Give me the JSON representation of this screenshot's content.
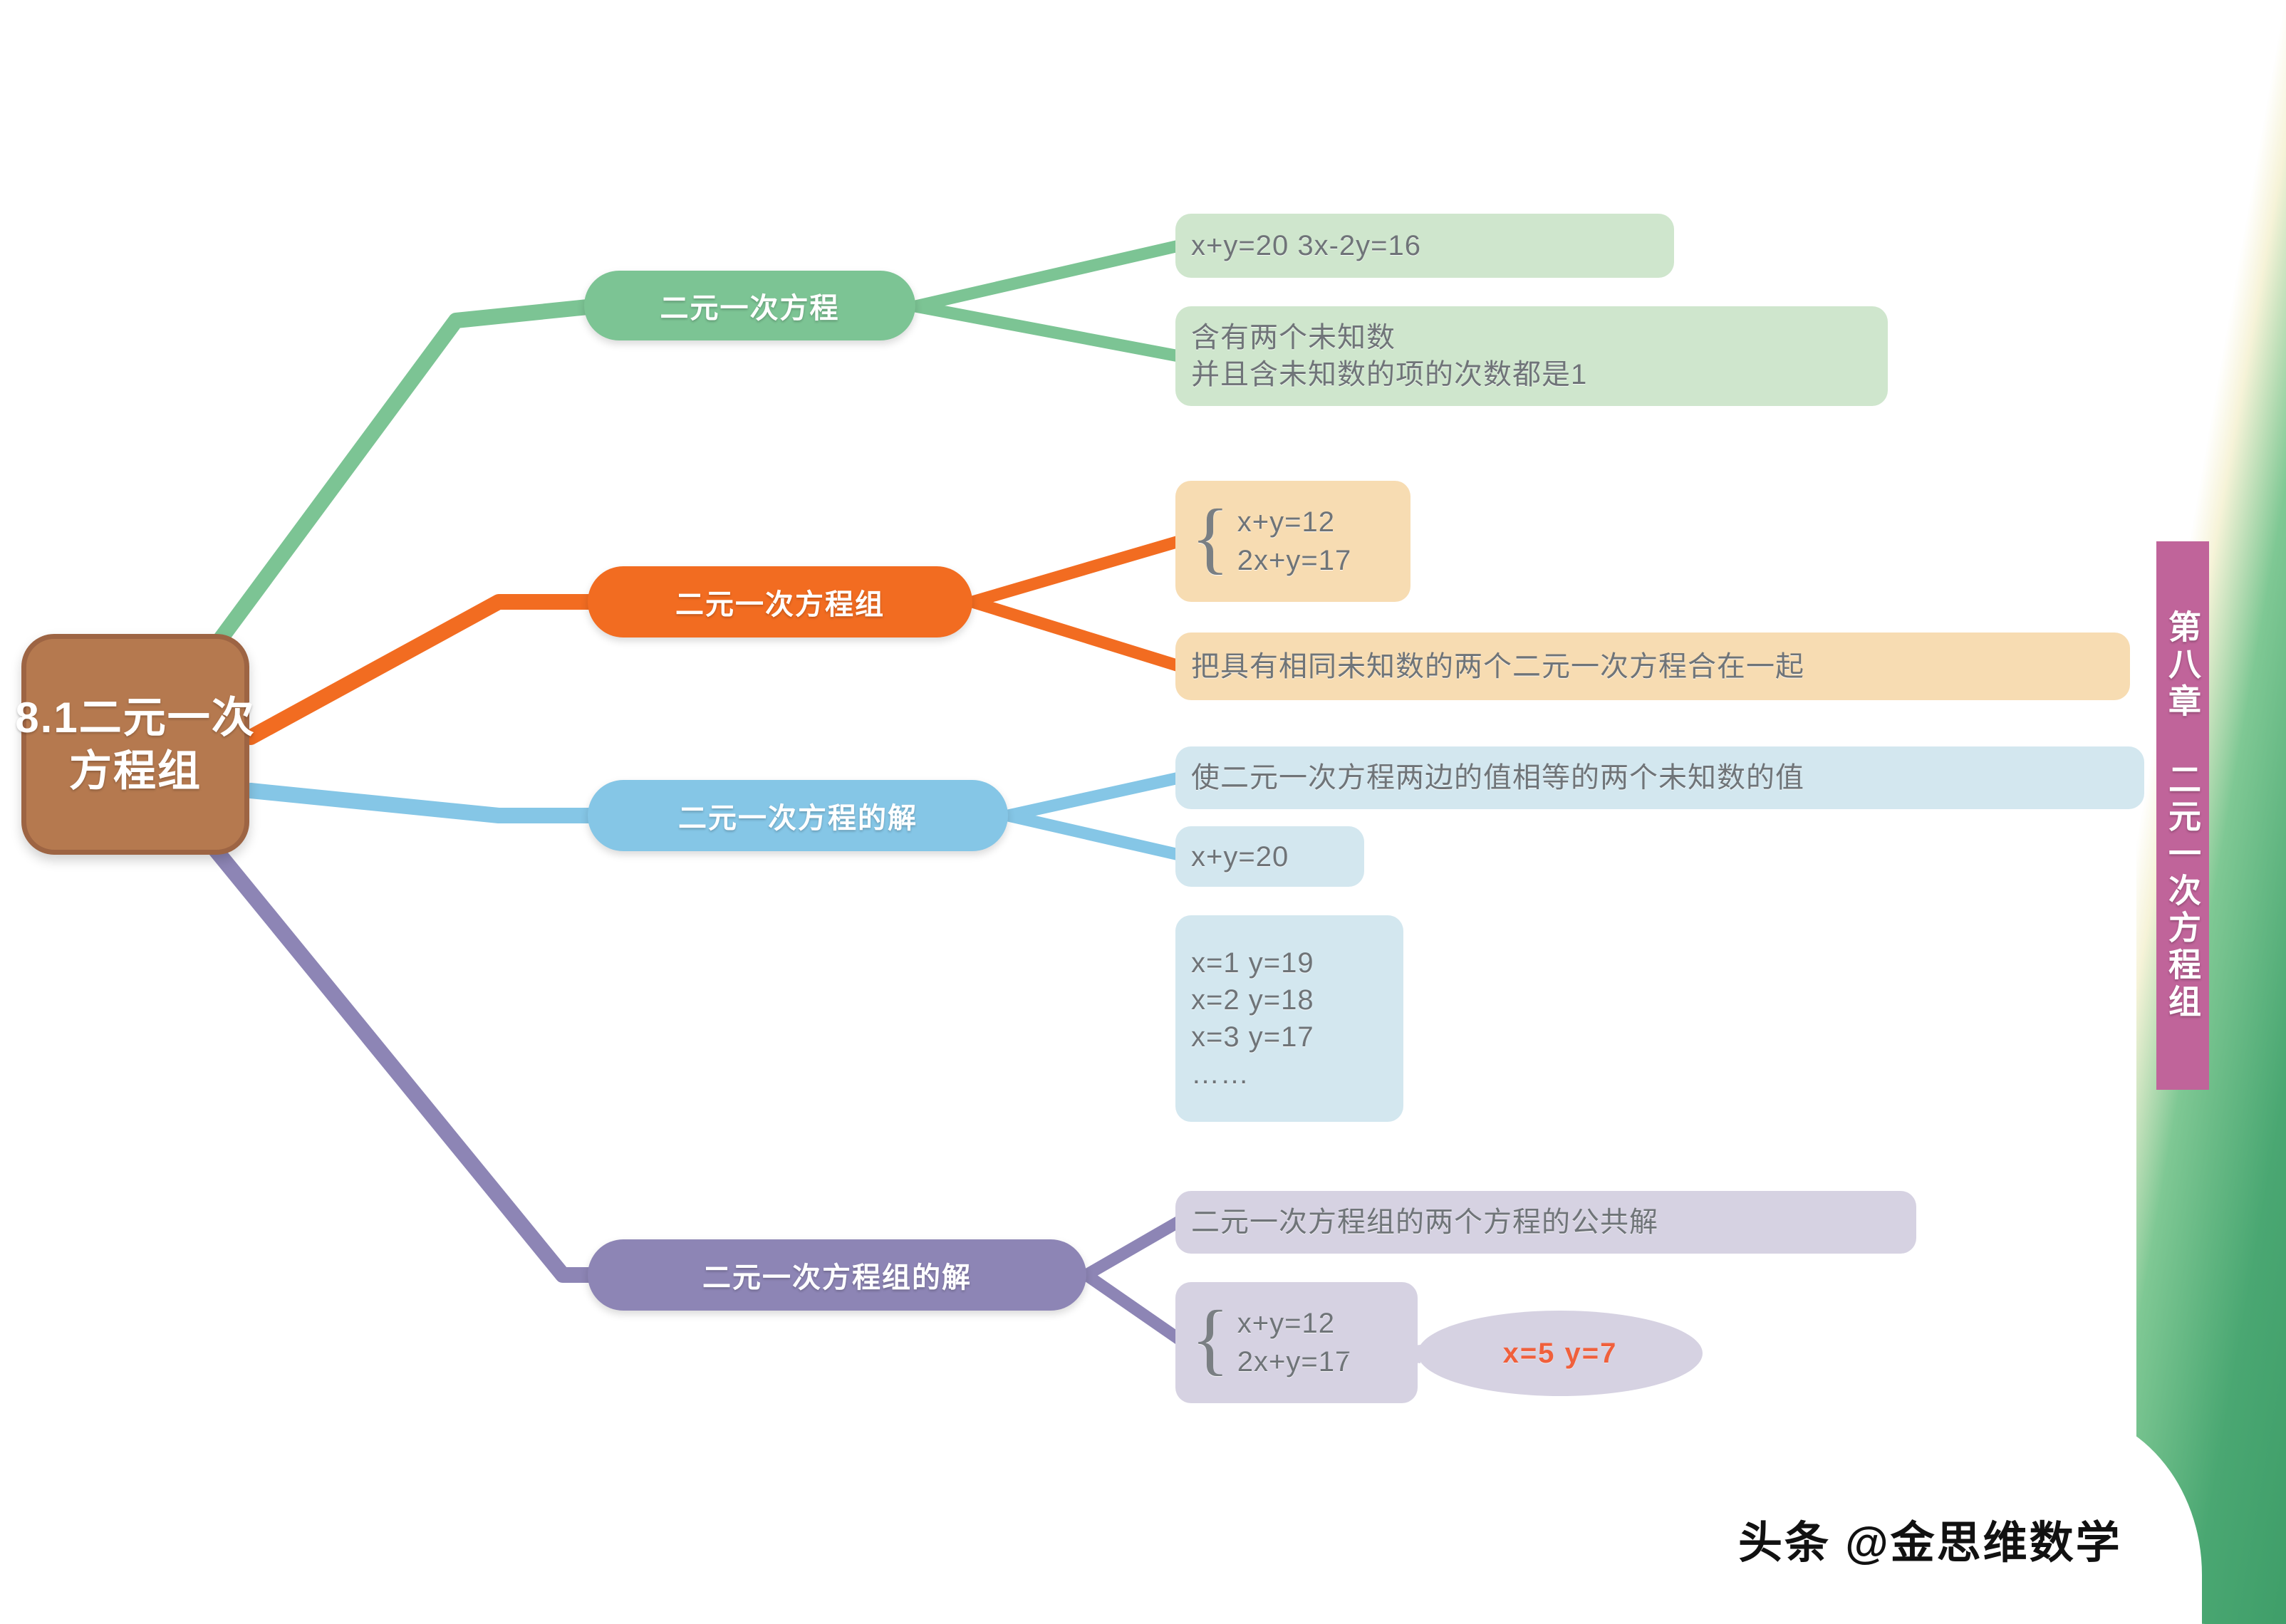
{
  "central": {
    "line1": "8.1二元一次",
    "line2": "方程组",
    "color": "#b5794f"
  },
  "chapter_tab": {
    "label": "第八章 二元一次方程组",
    "color": "#c0649a"
  },
  "watermark": {
    "text": "头条 @金思维数学"
  },
  "branches": [
    {
      "id": "green",
      "label": "二元一次方程",
      "color": "#7cc494",
      "leaf_color": "#cfe6cd",
      "leaves": [
        {
          "id": "g1",
          "lines": [
            "x+y=20  3x-2y=16"
          ]
        },
        {
          "id": "g2",
          "lines": [
            "含有两个未知数",
            "并且含未知数的项的次数都是1"
          ]
        }
      ]
    },
    {
      "id": "orange",
      "label": "二元一次方程组",
      "color": "#f26c21",
      "leaf_color": "#f7dcb2",
      "leaves": [
        {
          "id": "o1",
          "type": "system",
          "lines": [
            "x+y=12",
            "2x+y=17"
          ]
        },
        {
          "id": "o2",
          "lines": [
            "把具有相同未知数的两个二元一次方程合在一起"
          ]
        }
      ]
    },
    {
      "id": "blue",
      "label": "二元一次方程的解",
      "color": "#85c6e6",
      "leaf_color": "#d3e7ef",
      "leaves": [
        {
          "id": "b1",
          "lines": [
            "使二元一次方程两边的值相等的两个未知数的值"
          ]
        },
        {
          "id": "b2",
          "lines": [
            "x+y=20"
          ]
        },
        {
          "id": "b3",
          "lines": [
            "x=1  y=19",
            "x=2  y=18",
            "x=3  y=17",
            "……"
          ]
        }
      ]
    },
    {
      "id": "purple",
      "label": "二元一次方程组的解",
      "color": "#8d85b5",
      "leaf_color": "#d6d2e2",
      "leaves": [
        {
          "id": "p1",
          "lines": [
            "二元一次方程组的两个方程的公共解"
          ]
        },
        {
          "id": "p2",
          "type": "system",
          "lines": [
            "x+y=12",
            "2x+y=17"
          ]
        }
      ]
    }
  ],
  "callout": {
    "text": "x=5  y=7",
    "color": "#f0603c",
    "bg": "#d6d2e2"
  },
  "leaf_text": {
    "g1_l1": "x+y=20  3x-2y=16",
    "g2_l1": "含有两个未知数",
    "g2_l2": "并且含未知数的项的次数都是1",
    "o1_l1": "x+y=12",
    "o1_l2": "2x+y=17",
    "o2_l1": "把具有相同未知数的两个二元一次方程合在一起",
    "b1_l1": "使二元一次方程两边的值相等的两个未知数的值",
    "b2_l1": "x+y=20",
    "b3_l1": "x=1  y=19",
    "b3_l2": "x=2  y=18",
    "b3_l3": "x=3  y=17",
    "b3_l4": "……",
    "p1_l1": "二元一次方程组的两个方程的公共解",
    "p2_l1": "x+y=12",
    "p2_l2": "2x+y=17"
  },
  "brace_glyph": "{"
}
